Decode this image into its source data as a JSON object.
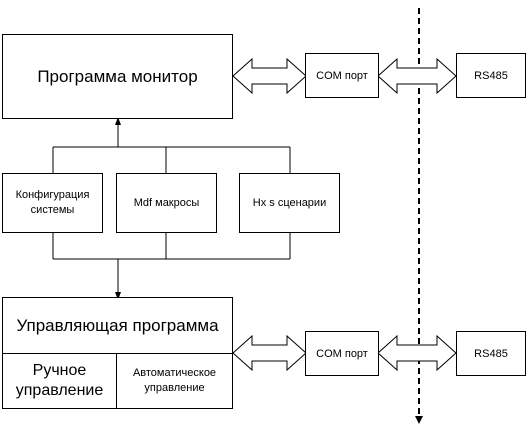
{
  "monitor": {
    "title": "Программа монитор"
  },
  "com_top": {
    "label": "COM порт"
  },
  "rs485_top": {
    "label": "RS485"
  },
  "sources": {
    "config": "Конфигурация системы",
    "mdf": "Mdf макросы",
    "hxs": "Hx s сценарии"
  },
  "control": {
    "title": "Управляющая программа",
    "manual": "Ручное управление",
    "auto": "Автоматическое управление"
  },
  "com_bottom": {
    "label": "COM порт"
  },
  "rs485_bottom": {
    "label": "RS485"
  }
}
